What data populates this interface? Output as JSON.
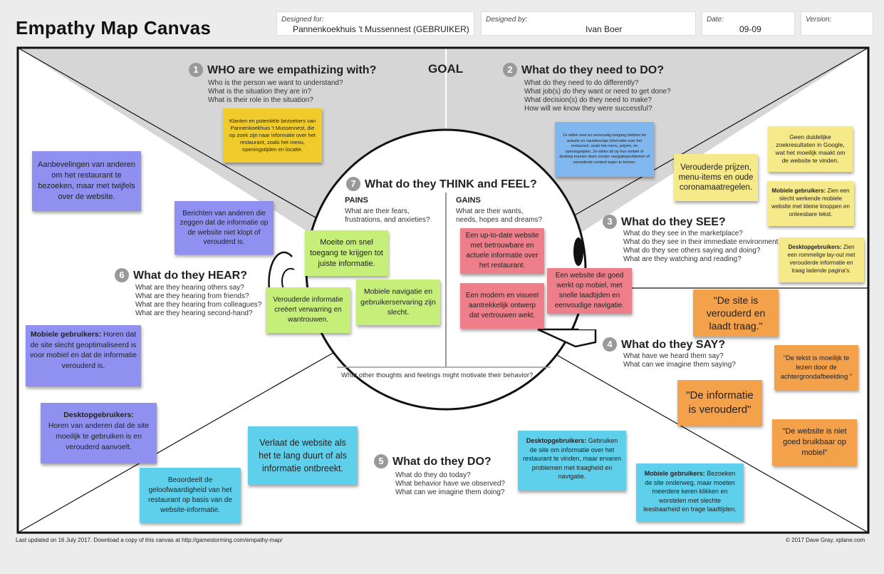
{
  "header": {
    "title": "Empathy Map Canvas",
    "designed_for_label": "Designed for:",
    "designed_for_value": "Pannenkoekhuis 't Mussennest (GEBRUIKER)",
    "designed_by_label": "Designed by:",
    "designed_by_value": "Ivan Boer",
    "date_label": "Date:",
    "date_value": "09-09",
    "version_label": "Version:"
  },
  "goal": "GOAL",
  "sections": {
    "who": {
      "num": "1",
      "title": "WHO are we empathizing with?",
      "questions": [
        "Who is the person we want to understand?",
        "What is the situation they are in?",
        "What is their role in the situation?"
      ]
    },
    "do_need": {
      "num": "2",
      "title": "What do they need to DO?",
      "questions": [
        "What do they need to do differently?",
        "What job(s) do they want or need to get done?",
        "What decision(s) do they need to make?",
        "How will we know they were successful?"
      ]
    },
    "see": {
      "num": "3",
      "title": "What do they SEE?",
      "questions": [
        "What do they see in the marketplace?",
        "What do they see in their immediate environment?",
        "What do they see others saying and doing?",
        "What are they watching and reading?"
      ]
    },
    "say": {
      "num": "4",
      "title": "What do they SAY?",
      "questions": [
        "What have we heard them say?",
        "What can we imagine them saying?"
      ]
    },
    "do": {
      "num": "5",
      "title": "What do they DO?",
      "questions": [
        "What do they do today?",
        "What behavior have we observed?",
        "What can we imagine them doing?"
      ]
    },
    "hear": {
      "num": "6",
      "title": "What do they HEAR?",
      "questions": [
        "What are they hearing others say?",
        "What are they hearing from friends?",
        "What are they hearing from colleagues?",
        "What are they hearing second-hand?"
      ]
    },
    "think": {
      "num": "7",
      "title": "What do they THINK and FEEL?"
    }
  },
  "pains": {
    "label": "PAINS",
    "questions": [
      "What are their fears,",
      "frustrations, and anxieties?"
    ]
  },
  "gains": {
    "label": "GAINS",
    "questions": [
      "What are their wants,",
      "needs, hopes and dreams?"
    ]
  },
  "other_thoughts": "What other thoughts and feelings might motivate their behavior?",
  "notes": {
    "who_note": "Klanten en potentiële bezoekers van Pannenkoekhuis 't Mussennest, die op zoek zijn naar informatie over het restaurant, zoals het menu, openingstijden en locatie.",
    "do_need_note": "Ze willen snel en eenvoudig toegang hebben tot actuele en nauwkeurige informatie over het restaurant, zoals het menu, prijzen, en openingstijden. Ze willen dit op hun mobiel of desktop kunnen doen zonder navigatieproblemen of verouderde content tegen te komen.",
    "see1": "Geen duidelijke zoekresultaten in Google, wat het moeilijk maakt om de website te vinden.",
    "see2": "Verouderde prijzen, menu-items en oude coronamaatregelen.",
    "see3_bold": "Mobiele gebruikers:",
    "see3": " Zien een slecht werkende mobiele website met kleine knoppen en onleesbare tekst.",
    "see4_bold": "Desktopgebruikers:",
    "see4": " Zien een rommelige lay-out met verouderde informatie en traag ladende pagina's.",
    "say1": "\"De site is verouderd en laadt traag.\"",
    "say2": "\"De tekst is moeilijk te lezen door de achtergrondafbeelding \"",
    "say3": "\"De informatie is verouderd\"",
    "say4": "\"De website is niet goed bruikbaar op mobiel\"",
    "hear1": "Aanbevelingen van anderen om het restaurant te bezoeken, maar met twijfels over de website.",
    "hear2": "Berichten van anderen die zeggen dat de informatie op de website niet klopt of verouderd is.",
    "hear3_bold": "Mobiele gebruikers:",
    "hear3": " Horen dat de site slecht geoptimaliseerd is voor mobiel en dat de informatie verouderd is.",
    "hear4_bold": "Desktopgebruikers:",
    "hear4": "Horen van anderen dat de site moeilijk te gebruiken is en verouderd aanvoelt.",
    "do1": "Beoordeelt de geloofwaardigheid van het restaurant op basis van de website-informatie.",
    "do2": "Verlaat de website als het te lang duurt of als informatie ontbreekt.",
    "do3_bold": "Desktopgebruikers:",
    "do3": " Gebruiken de site om informatie over het restaurant te vinden, maar ervaren problemen met traagheid en navigatie.",
    "do4_bold": "Mobiele gebruikers:",
    "do4": " Bezoeken de site onderweg, maar moeten meerdere keren klikken en worstelen met slechte leesbaarheid en trage laadtijden.",
    "pain1": "Moeite om snel toegang te krijgen tot juiste informatie.",
    "pain2": "Verouderde informatie creëert verwarring en wantrouwen.",
    "pain3": "Mobiele navigatie en gebruikerservaring zijn slecht.",
    "gain1": "Een up-to-date website met betrouwbare en actuele informatie over het restaurant.",
    "gain2": "Een modern en visueel aantrekkelijk ontwerp dat vertrouwen wekt.",
    "gain3": "Een website die goed werkt op mobiel, met snelle laadtijden en eenvoudige navigatie."
  },
  "footer": {
    "left": "Last updated on 16 July 2017. Download a copy of this canvas at http://gamestorming.com/empathy-map/",
    "right": "© 2017 Dave Gray, xplane.com"
  }
}
